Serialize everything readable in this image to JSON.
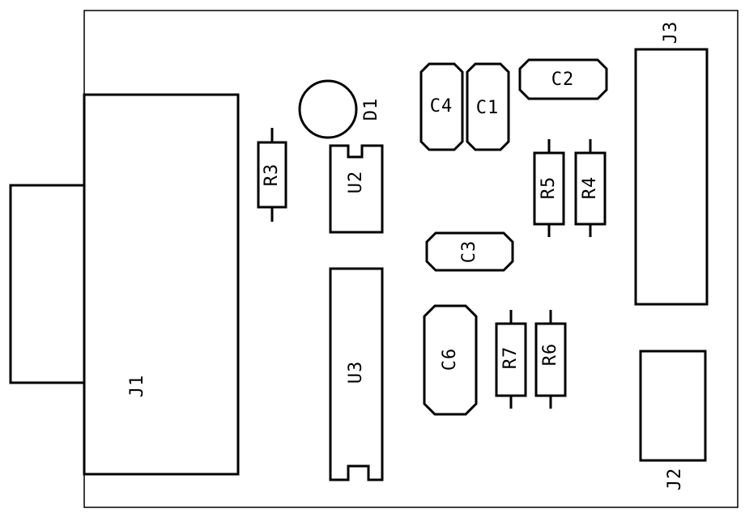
{
  "components": {
    "J1": "J1",
    "J2": "J2",
    "J3": "J3",
    "D1": "D1",
    "U2": "U2",
    "U3": "U3",
    "C1": "C1",
    "C2": "C2",
    "C3": "C3",
    "C4": "C4",
    "C6": "C6",
    "R3": "R3",
    "R4": "R4",
    "R5": "R5",
    "R6": "R6",
    "R7": "R7"
  },
  "colors": {
    "ink": "#000000",
    "background": "#ffffff"
  }
}
